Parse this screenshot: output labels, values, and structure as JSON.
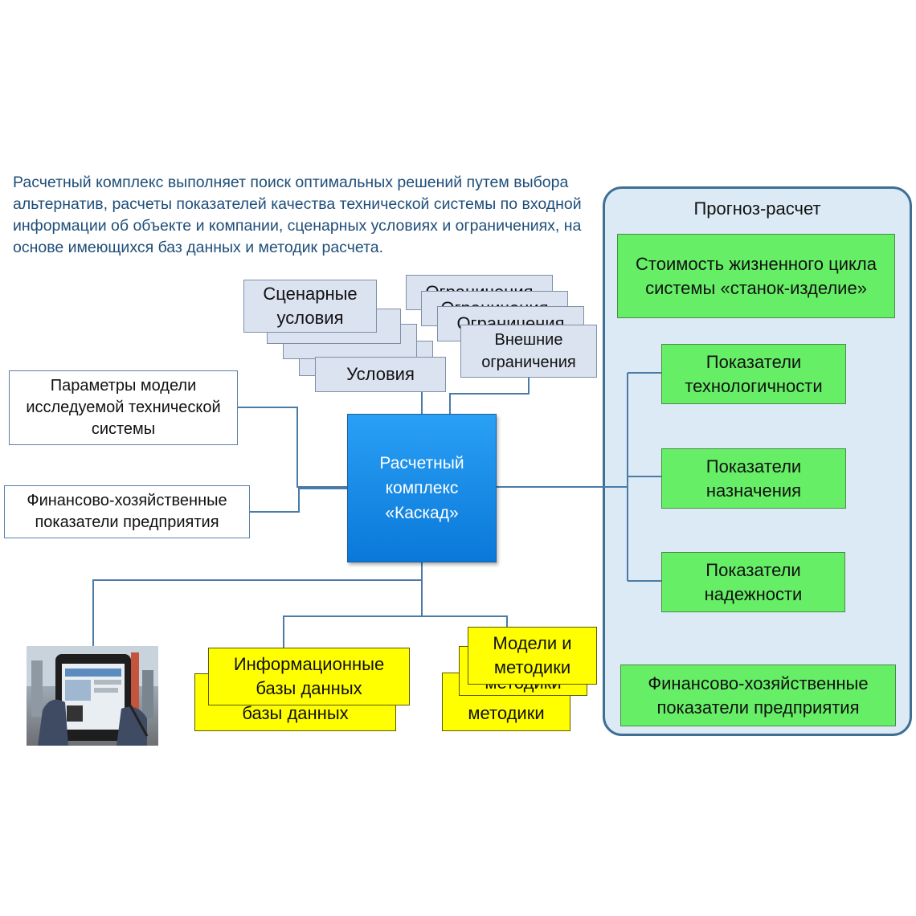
{
  "intro_text": "Расчетный комплекс выполняет поиск оптимальных решений путем выбора альтернатив, расчеты показателей качества технической системы по входной информации об объекте и компании, сценарных условиях и ограничениях, на основе имеющихся баз данных и методик расчета.",
  "scenario": {
    "front": "Сценарные условия",
    "stack_label": "Условия"
  },
  "constraints": {
    "stack_label": "Ограничения",
    "front": "Внешние ограничения"
  },
  "inputs": {
    "model_params": "Параметры модели исследуемой технической системы",
    "financial": "Финансово-хозяйственные показатели предприятия"
  },
  "center": {
    "label": "Расчетный комплекс «Каскад»"
  },
  "databases": {
    "front": "Информационные базы данных",
    "back": "базы данных"
  },
  "methods": {
    "front": "Модели и методики",
    "back1": "методики",
    "back2": "методики"
  },
  "forecast": {
    "title": "Прогноз-расчет",
    "lifecycle_cost": "Стоимость жизненного цикла системы «станок-изделие»",
    "manufacturability": "Показатели технологичности",
    "purpose": "Показатели назначения",
    "reliability": "Показатели надежности",
    "financial": "Финансово-хозяйственные показатели предприятия"
  },
  "colors": {
    "text_blue": "#1f4e79",
    "line_blue": "#4a7ba8",
    "center_blue": "#0a78d8",
    "green": "#66ee66",
    "yellow": "#ffff00",
    "lavender": "#dbe3f1",
    "panel": "#dbeaf4"
  }
}
